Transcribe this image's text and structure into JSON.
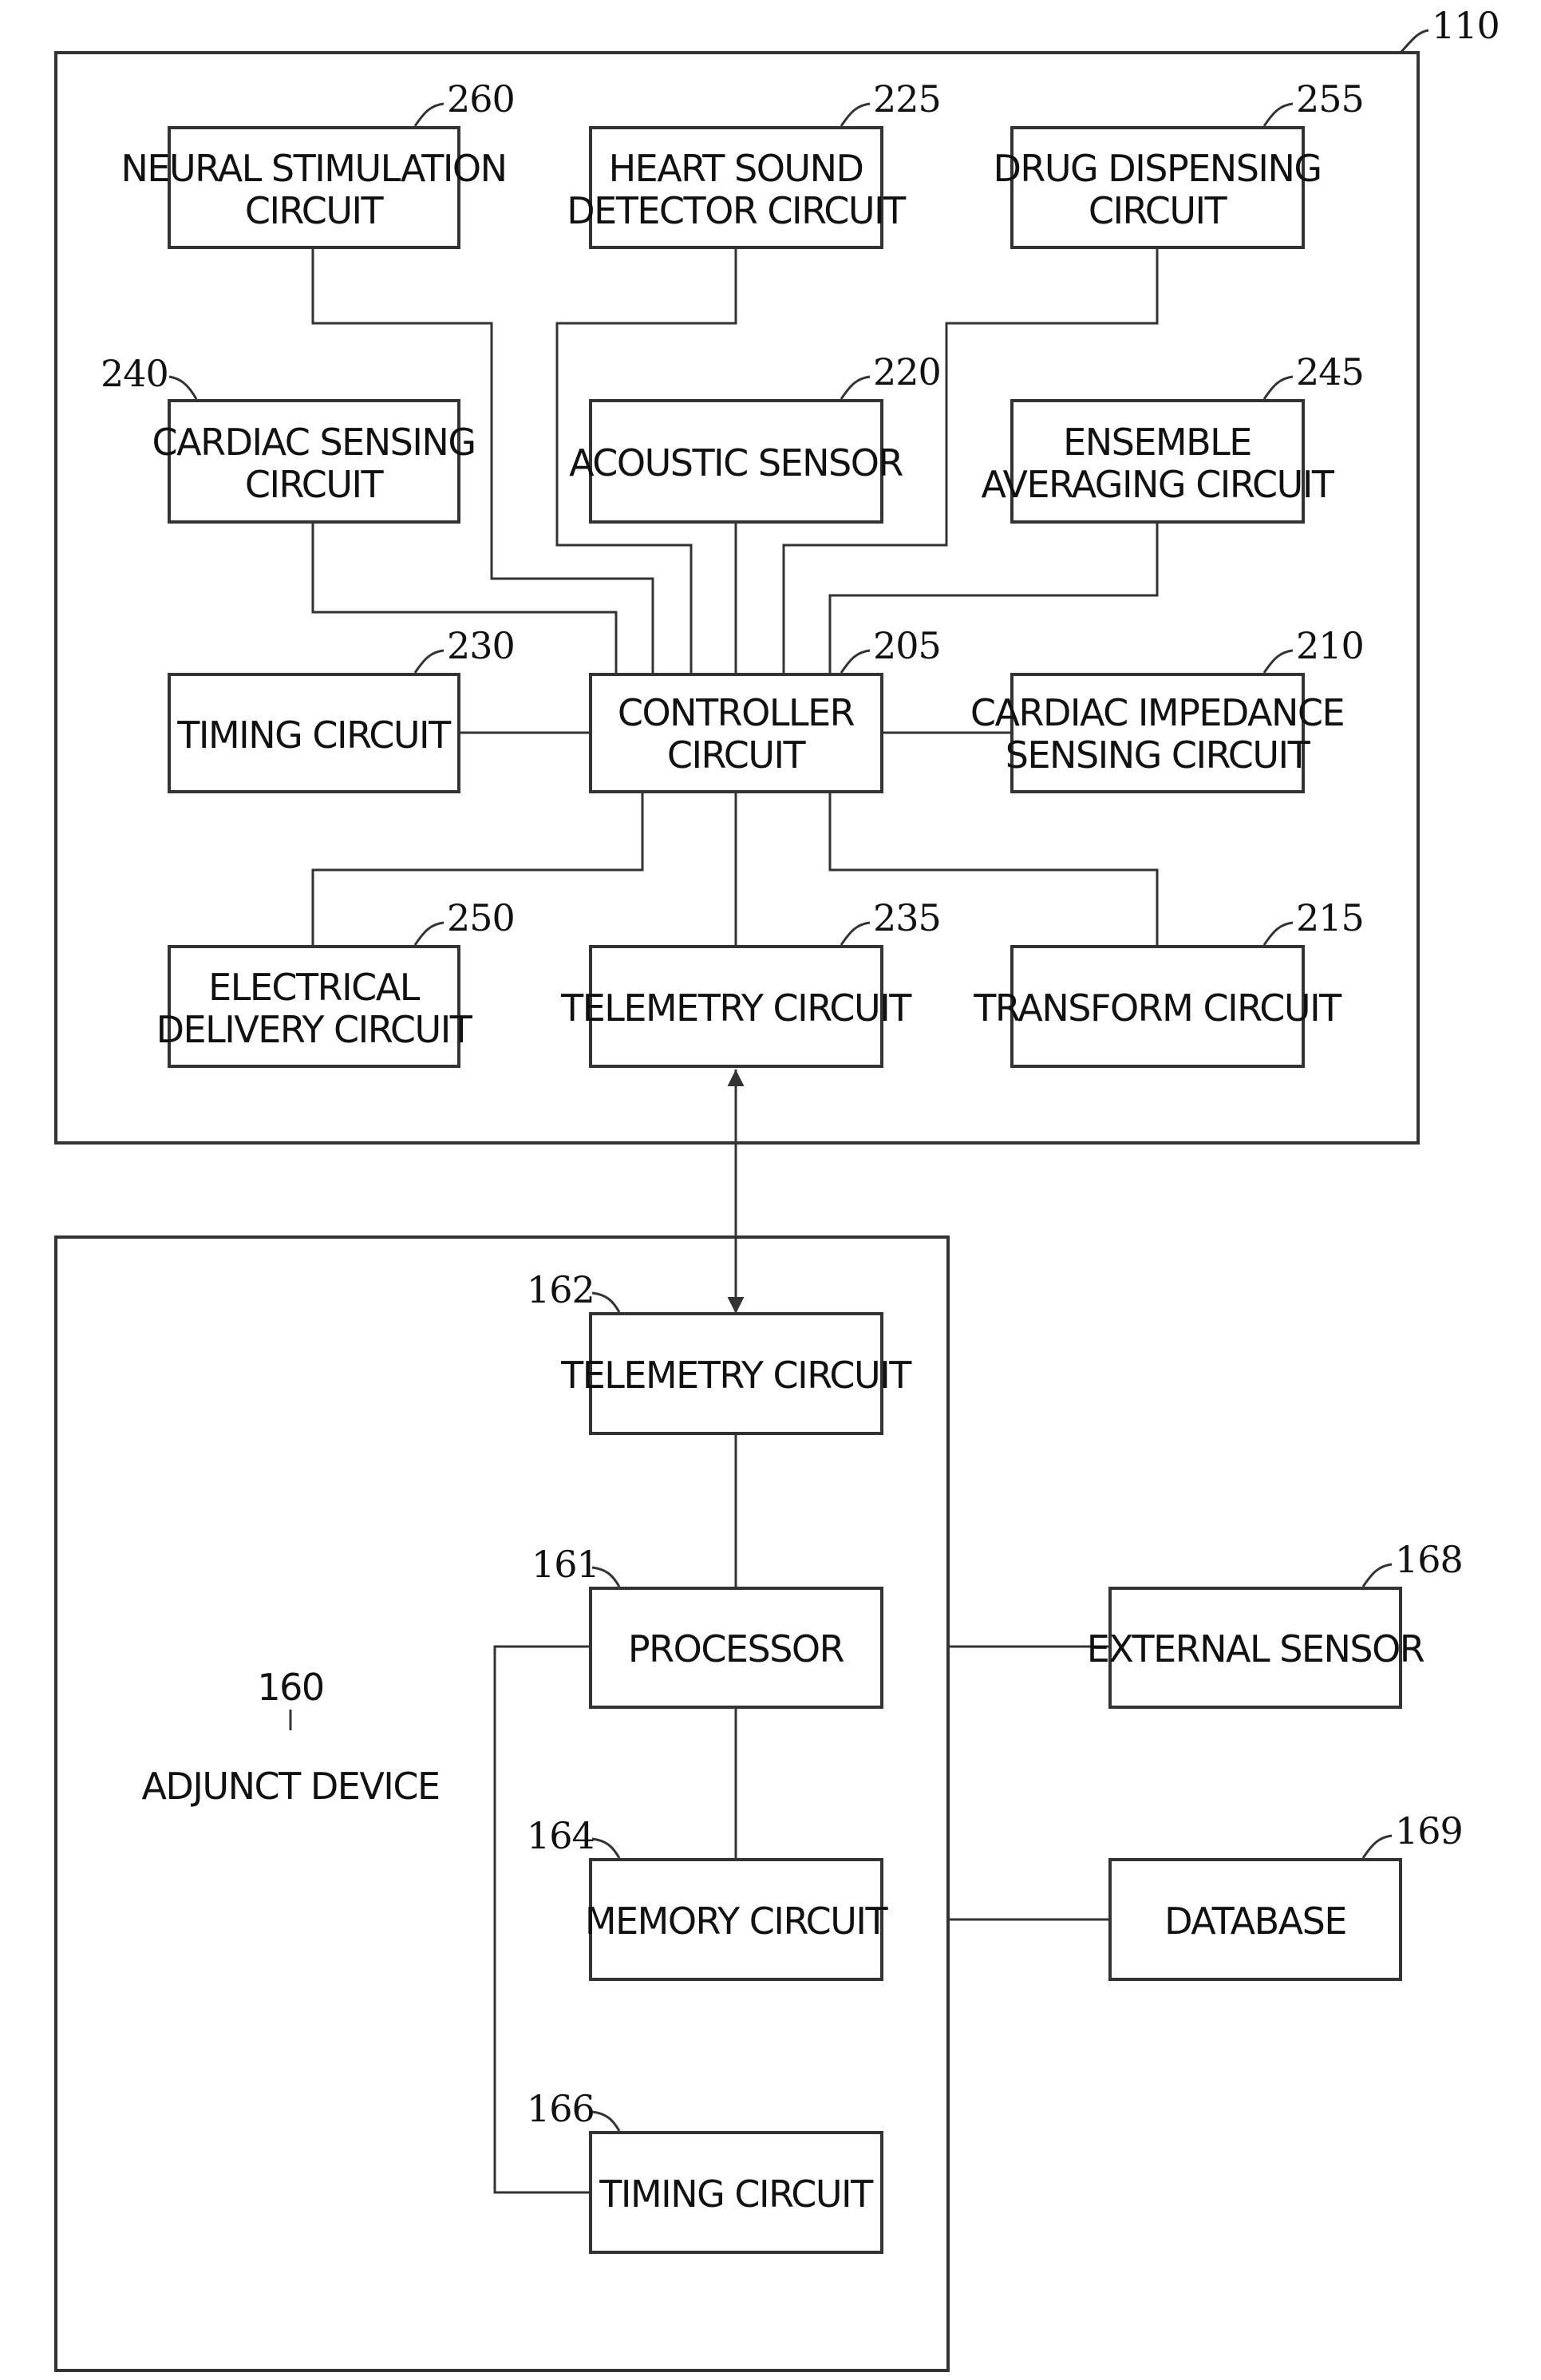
{
  "device": {
    "ref": "110",
    "blocks": {
      "neural_stim": {
        "ref": "260",
        "lines": [
          "NEURAL STIMULATION",
          "CIRCUIT"
        ]
      },
      "heart_sound": {
        "ref": "225",
        "lines": [
          "HEART SOUND",
          "DETECTOR CIRCUIT"
        ]
      },
      "drug": {
        "ref": "255",
        "lines": [
          "DRUG DISPENSING",
          "CIRCUIT"
        ]
      },
      "cardiac_sensing": {
        "ref": "240",
        "lines": [
          "CARDIAC SENSING",
          "CIRCUIT"
        ]
      },
      "acoustic": {
        "ref": "220",
        "lines": [
          "ACOUSTIC SENSOR"
        ]
      },
      "ensemble": {
        "ref": "245",
        "lines": [
          "ENSEMBLE",
          "AVERAGING CIRCUIT"
        ]
      },
      "timing": {
        "ref": "230",
        "lines": [
          "TIMING CIRCUIT"
        ]
      },
      "controller": {
        "ref": "205",
        "lines": [
          "CONTROLLER",
          "CIRCUIT"
        ]
      },
      "impedance": {
        "ref": "210",
        "lines": [
          "CARDIAC IMPEDANCE",
          "SENSING CIRCUIT"
        ]
      },
      "electrical": {
        "ref": "250",
        "lines": [
          "ELECTRICAL",
          "DELIVERY CIRCUIT"
        ]
      },
      "telemetry": {
        "ref": "235",
        "lines": [
          "TELEMETRY CIRCUIT"
        ]
      },
      "transform": {
        "ref": "215",
        "lines": [
          "TRANSFORM CIRCUIT"
        ]
      }
    }
  },
  "adjunct": {
    "ref": "160",
    "label": "ADJUNCT DEVICE",
    "blocks": {
      "telemetry": {
        "ref": "162",
        "lines": [
          "TELEMETRY CIRCUIT"
        ]
      },
      "processor": {
        "ref": "161",
        "lines": [
          "PROCESSOR"
        ]
      },
      "memory": {
        "ref": "164",
        "lines": [
          "MEMORY CIRCUIT"
        ]
      },
      "timing": {
        "ref": "166",
        "lines": [
          "TIMING CIRCUIT"
        ]
      },
      "external_sensor": {
        "ref": "168",
        "lines": [
          "EXTERNAL SENSOR"
        ]
      },
      "database": {
        "ref": "169",
        "lines": [
          "DATABASE"
        ]
      }
    }
  }
}
